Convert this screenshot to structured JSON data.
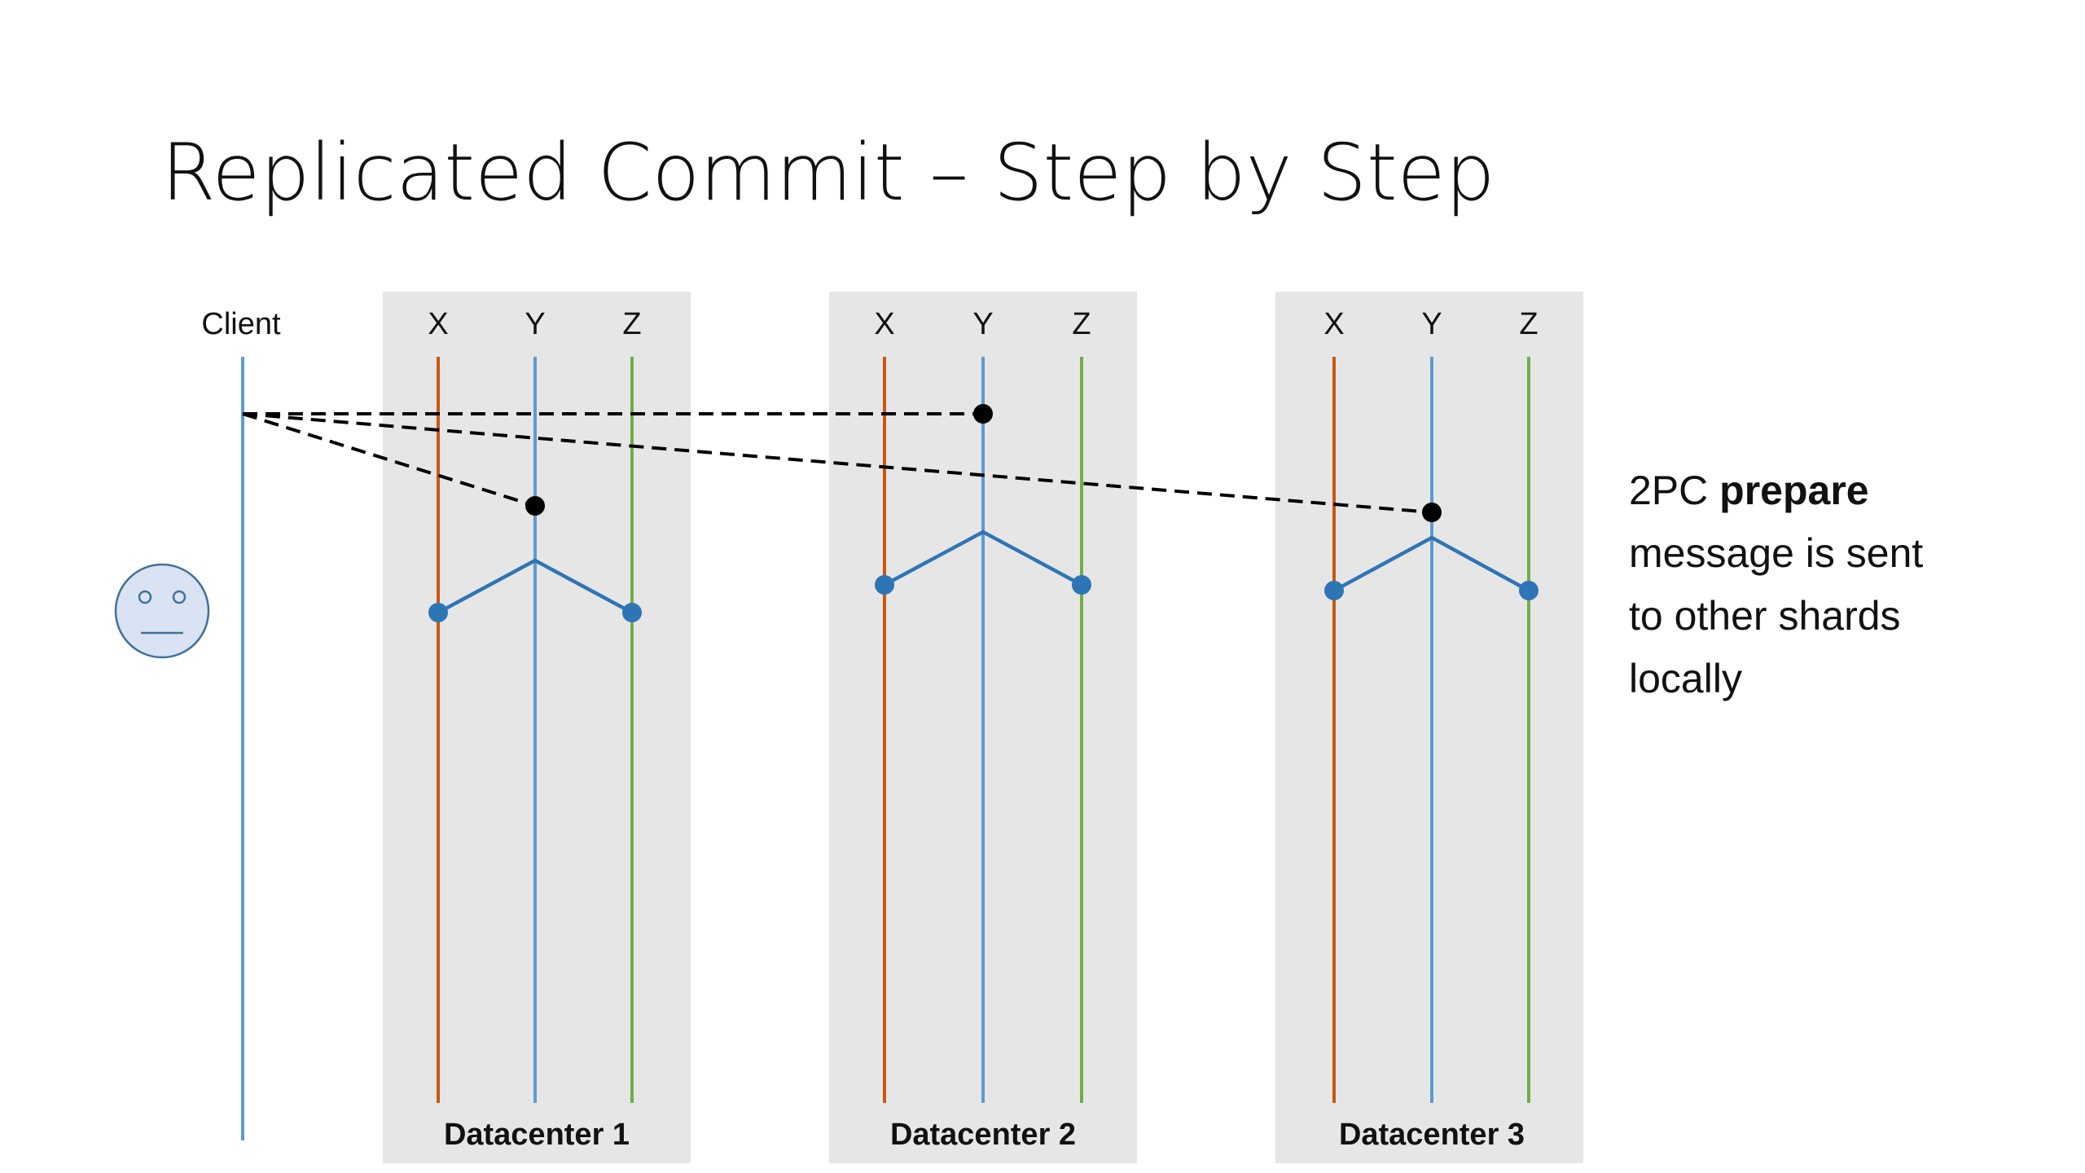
{
  "slide": {
    "title": "Replicated Commit – Step by Step"
  },
  "client": {
    "label": "Client",
    "icon": "neutral-face-icon"
  },
  "datacenters": [
    {
      "label": "Datacenter 1",
      "shards": [
        {
          "label": "X",
          "color": "#c55a11"
        },
        {
          "label": "Y",
          "color": "#5b9bd5"
        },
        {
          "label": "Z",
          "color": "#70ad47"
        }
      ]
    },
    {
      "label": "Datacenter 2",
      "shards": [
        {
          "label": "X",
          "color": "#c55a11"
        },
        {
          "label": "Y",
          "color": "#5b9bd5"
        },
        {
          "label": "Z",
          "color": "#70ad47"
        }
      ]
    },
    {
      "label": "Datacenter 3",
      "shards": [
        {
          "label": "X",
          "color": "#c55a11"
        },
        {
          "label": "Y",
          "color": "#5b9bd5"
        },
        {
          "label": "Z",
          "color": "#70ad47"
        }
      ]
    }
  ],
  "caption": {
    "prefix": "2PC ",
    "bold": "prepare",
    "lines": [
      "message is sent",
      "to other shards",
      "locally"
    ]
  },
  "colors": {
    "panel": "#e7e6e6",
    "client_line": "#5b9bd5",
    "message": "#000000",
    "local_message": "#2e75b6",
    "face_fill": "#dae3f3",
    "face_stroke": "#41719c"
  }
}
